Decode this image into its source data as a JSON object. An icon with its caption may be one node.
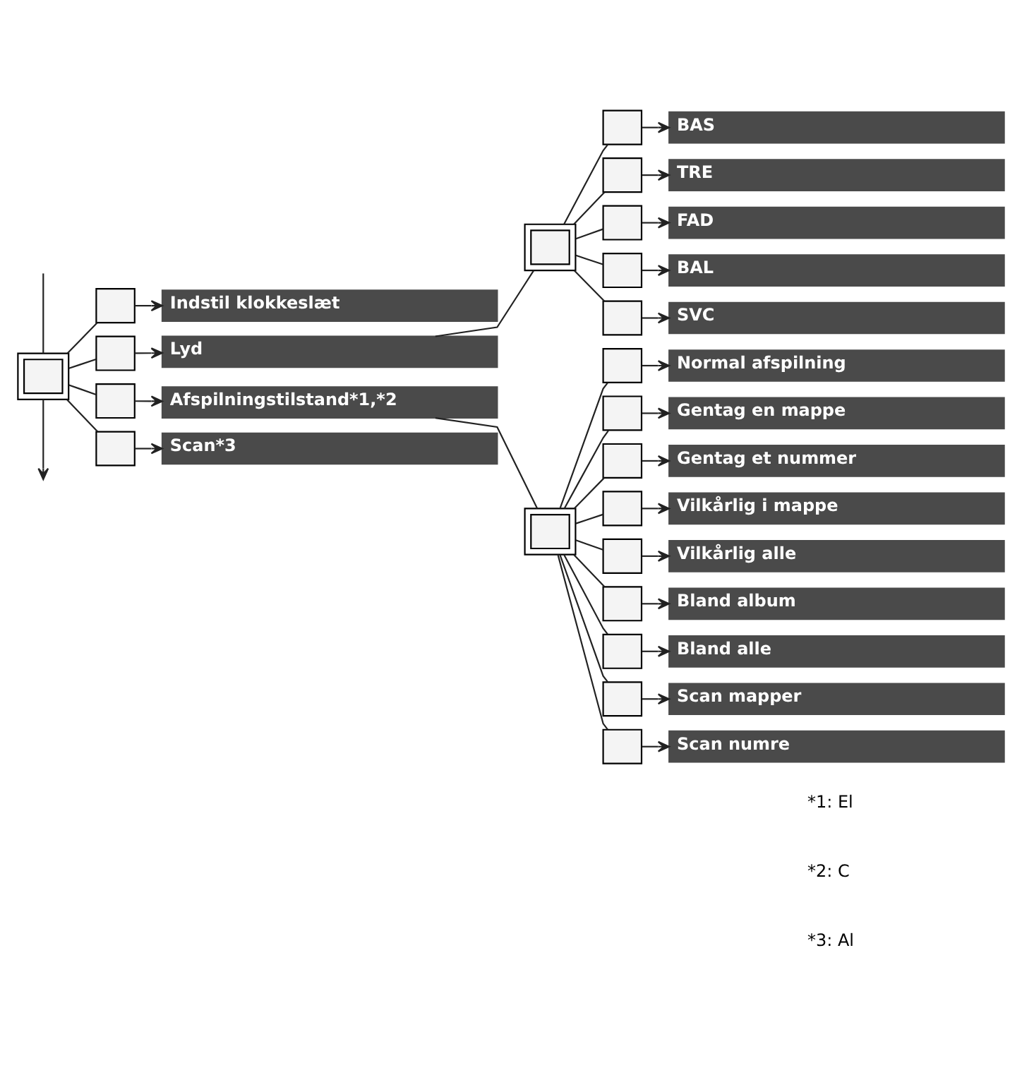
{
  "diagram": {
    "nodes": [
      {
        "text": [],
        "shape": "box"
      },
      {
        "text": [],
        "shape": "box"
      },
      {
        "text": [
          "Indstil klokkeslæt"
        ]
      },
      {
        "text": [],
        "shape": "box"
      },
      {
        "text": [
          "Lyd"
        ]
      },
      {
        "text": [],
        "shape": "box"
      },
      {
        "text": [],
        "shape": "box"
      },
      {
        "text": [
          "BAS"
        ]
      },
      {
        "text": [],
        "shape": "box"
      },
      {
        "text": [
          "TRE"
        ]
      },
      {
        "text": [],
        "shape": "box"
      },
      {
        "text": [
          "FAD"
        ]
      },
      {
        "text": [],
        "shape": "box"
      },
      {
        "text": [
          "BAL"
        ]
      },
      {
        "text": [],
        "shape": "box"
      },
      {
        "text": [
          "SVC"
        ]
      },
      {
        "text": [],
        "shape": "box"
      },
      {
        "text": [
          "Afspilningstilstand*1,*2"
        ]
      },
      {
        "text": [],
        "shape": "box"
      },
      {
        "text": [],
        "shape": "box"
      },
      {
        "text": [
          "Normal afspilning"
        ]
      },
      {
        "text": [],
        "shape": "box"
      },
      {
        "text": [
          "Gentag en mappe"
        ]
      },
      {
        "text": [],
        "shape": "box"
      },
      {
        "text": [
          "Gentag et nummer"
        ]
      },
      {
        "text": [],
        "shape": "box"
      },
      {
        "text": [
          "Vilkårlig i mappe"
        ]
      },
      {
        "text": [],
        "shape": "box"
      },
      {
        "text": [
          "Vilkårlig alle"
        ]
      },
      {
        "text": [],
        "shape": "box"
      },
      {
        "text": [
          "Bland album"
        ]
      },
      {
        "text": [],
        "shape": "box"
      },
      {
        "text": [
          "Bland alle"
        ]
      },
      {
        "text": [],
        "shape": "box"
      },
      {
        "text": [
          "Scan mapper"
        ]
      },
      {
        "text": [],
        "shape": "box"
      },
      {
        "text": [
          "Scan numre"
        ]
      },
      {
        "text": [],
        "shape": "box"
      },
      {
        "text": [
          "Scan*3"
        ]
      }
    ],
    "edges": [
      {
        "from": null,
        "to": 0,
        "arrow": "none"
      },
      {
        "from": 0,
        "to": 1,
        "arrow": "none"
      },
      {
        "from": 1,
        "to": 2,
        "arrow": "to"
      },
      {
        "from": 0,
        "to": 3,
        "arrow": "none"
      },
      {
        "from": 3,
        "to": 4,
        "arrow": "to"
      },
      {
        "from": 4,
        "to": 5,
        "arrow": "none"
      },
      {
        "from": 5,
        "to": 6,
        "arrow": "none"
      },
      {
        "from": 6,
        "to": 7,
        "arrow": "to"
      },
      {
        "from": 5,
        "to": 8,
        "arrow": "none"
      },
      {
        "from": 8,
        "to": 9,
        "arrow": "to"
      },
      {
        "from": 5,
        "to": 10,
        "arrow": "none"
      },
      {
        "from": 10,
        "to": 11,
        "arrow": "to"
      },
      {
        "from": 5,
        "to": 12,
        "arrow": "none"
      },
      {
        "from": 12,
        "to": 13,
        "arrow": "to"
      },
      {
        "from": 5,
        "to": 14,
        "arrow": "none"
      },
      {
        "from": 14,
        "to": 15,
        "arrow": "to"
      },
      {
        "from": 0,
        "to": 16,
        "arrow": "none"
      },
      {
        "from": 16,
        "to": 17,
        "arrow": "to"
      },
      {
        "from": 17,
        "to": 18,
        "arrow": "none"
      },
      {
        "from": 18,
        "to": 19,
        "arrow": "none"
      },
      {
        "from": 19,
        "to": 20,
        "arrow": "to"
      },
      {
        "from": 18,
        "to": 21,
        "arrow": "none"
      },
      {
        "from": 21,
        "to": 22,
        "arrow": "to"
      },
      {
        "from": 18,
        "to": 23,
        "arrow": "none"
      },
      {
        "from": 23,
        "to": 24,
        "arrow": "to"
      },
      {
        "from": 18,
        "to": 25,
        "arrow": "none"
      },
      {
        "from": 25,
        "to": 26,
        "arrow": "to"
      },
      {
        "from": 18,
        "to": 27,
        "arrow": "none"
      },
      {
        "from": 27,
        "to": 28,
        "arrow": "to"
      },
      {
        "from": 18,
        "to": 29,
        "arrow": "none"
      },
      {
        "from": 29,
        "to": 30,
        "arrow": "to"
      },
      {
        "from": 18,
        "to": 31,
        "arrow": "none"
      },
      {
        "from": 31,
        "to": 32,
        "arrow": "to"
      },
      {
        "from": 18,
        "to": 33,
        "arrow": "none"
      },
      {
        "from": 33,
        "to": 34,
        "arrow": "to"
      },
      {
        "from": 18,
        "to": 35,
        "arrow": "none"
      },
      {
        "from": 35,
        "to": 36,
        "arrow": "to"
      },
      {
        "from": 0,
        "to": 37,
        "arrow": "none"
      },
      {
        "from": 37,
        "to": 38,
        "arrow": "to"
      },
      {
        "from": 0,
        "to": null,
        "arrow": "to"
      }
    ],
    "labels": [
      "*1: El",
      "*2: C",
      "*3: Al"
    ]
  }
}
